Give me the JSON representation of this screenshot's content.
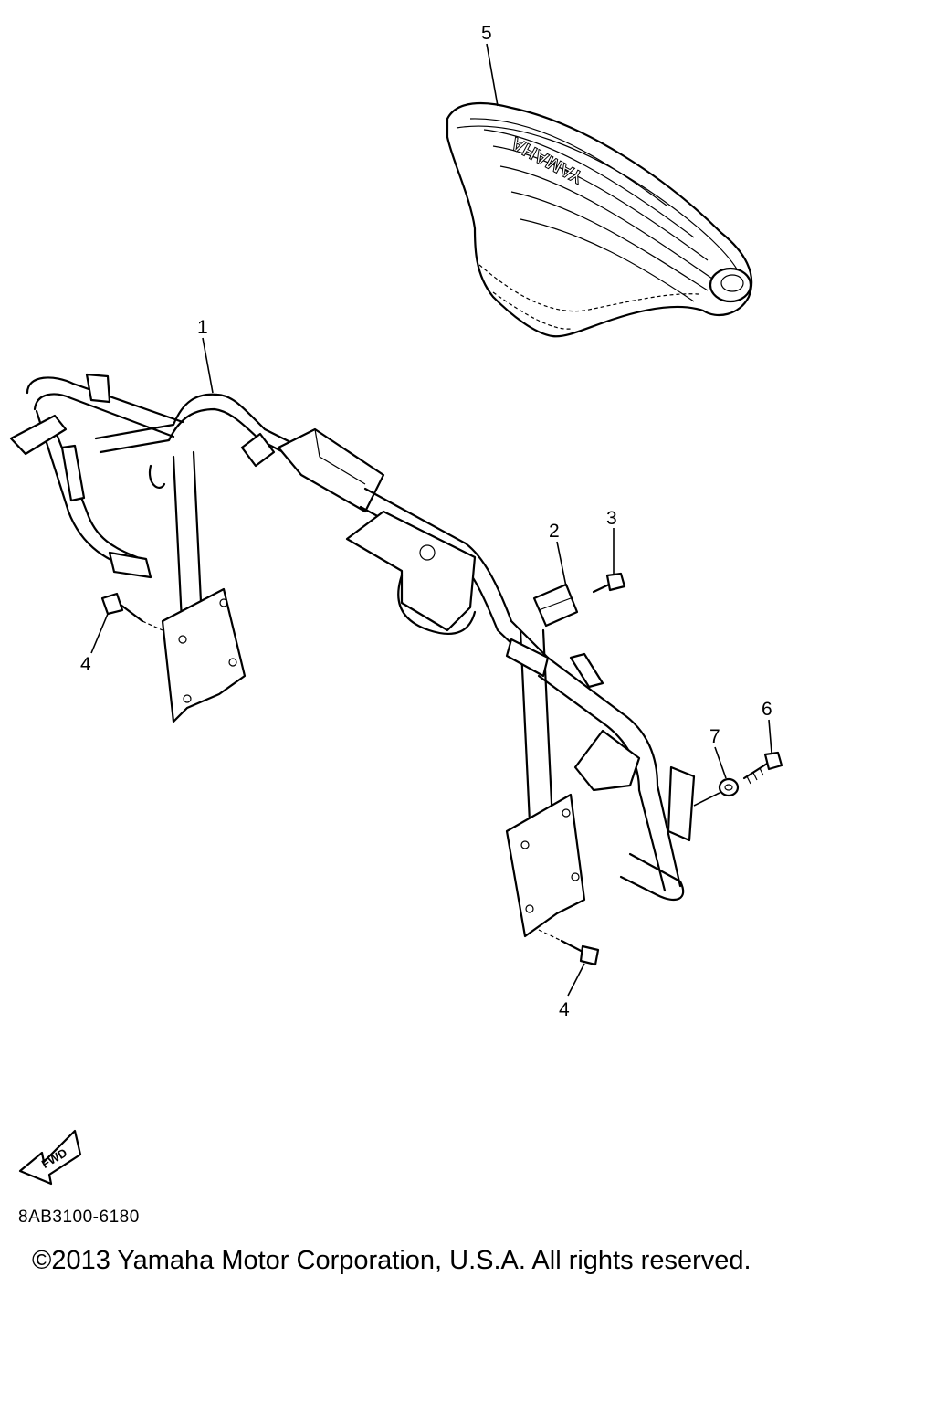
{
  "callouts": {
    "frame": "1",
    "clamp": "2",
    "screw": "3",
    "bolt_left": "4",
    "bolt_right": "4",
    "pad": "5",
    "bolt_side": "6",
    "washer": "7"
  },
  "seat_logo": "YAMAHA",
  "fwd_label": "FWD",
  "diagram_code": "8AB3100-6180",
  "copyright": "©2013 Yamaha Motor Corporation, U.S.A. All rights reserved."
}
